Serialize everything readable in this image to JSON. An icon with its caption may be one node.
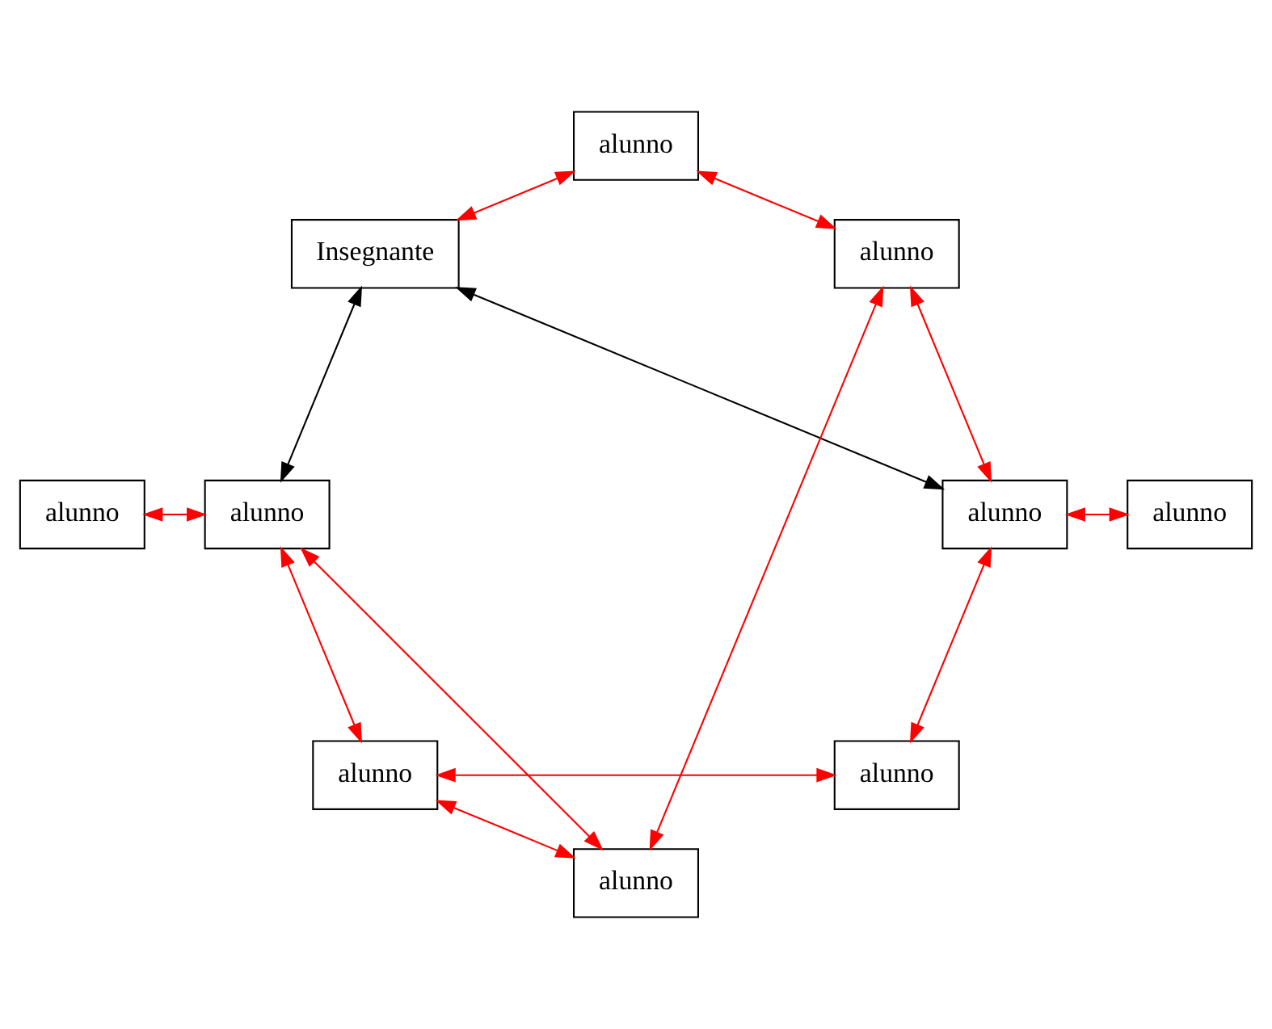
{
  "diagram": {
    "nodes": [
      {
        "text": [
          "alunno"
        ]
      },
      {
        "text": [
          "alunno"
        ]
      },
      {
        "text": [
          "alunno"
        ]
      },
      {
        "text": [
          "alunno"
        ]
      },
      {
        "text": [
          "Insegnante"
        ]
      },
      {
        "text": [
          "alunno"
        ]
      },
      {
        "text": [
          "alunno"
        ]
      },
      {
        "text": [
          "alunno"
        ]
      },
      {
        "text": [
          "alunno"
        ]
      },
      {
        "text": [
          "alunno"
        ]
      }
    ],
    "edges": [
      {
        "from": 0,
        "to": 2,
        "arrow": "both",
        "color": "#ff0000"
      },
      {
        "from": 1,
        "to": 2,
        "arrow": "both",
        "color": "#ff0000"
      },
      {
        "from": 0,
        "to": 8,
        "arrow": "both",
        "color": "#ff0000"
      },
      {
        "from": 0,
        "to": 9,
        "arrow": "both",
        "color": "#ff0000"
      },
      {
        "from": 1,
        "to": 7,
        "arrow": "both",
        "color": "#ff0000"
      },
      {
        "from": 3,
        "to": 4,
        "arrow": "both",
        "color": "#ff0000"
      },
      {
        "from": 3,
        "to": 6,
        "arrow": "both",
        "color": "#ff0000"
      },
      {
        "from": 5,
        "to": 7,
        "arrow": "both",
        "color": "#ff0000"
      },
      {
        "from": 6,
        "to": 7,
        "arrow": "both",
        "color": "#ff0000"
      },
      {
        "from": 6,
        "to": 9,
        "arrow": "both",
        "color": "#ff0000"
      },
      {
        "from": 2,
        "to": 9,
        "arrow": "both",
        "color": "#ff0000"
      },
      {
        "from": 0,
        "to": 4,
        "arrow": "both",
        "color": "#000000"
      },
      {
        "from": 4,
        "to": 7,
        "arrow": "both",
        "color": "#000000"
      }
    ]
  }
}
